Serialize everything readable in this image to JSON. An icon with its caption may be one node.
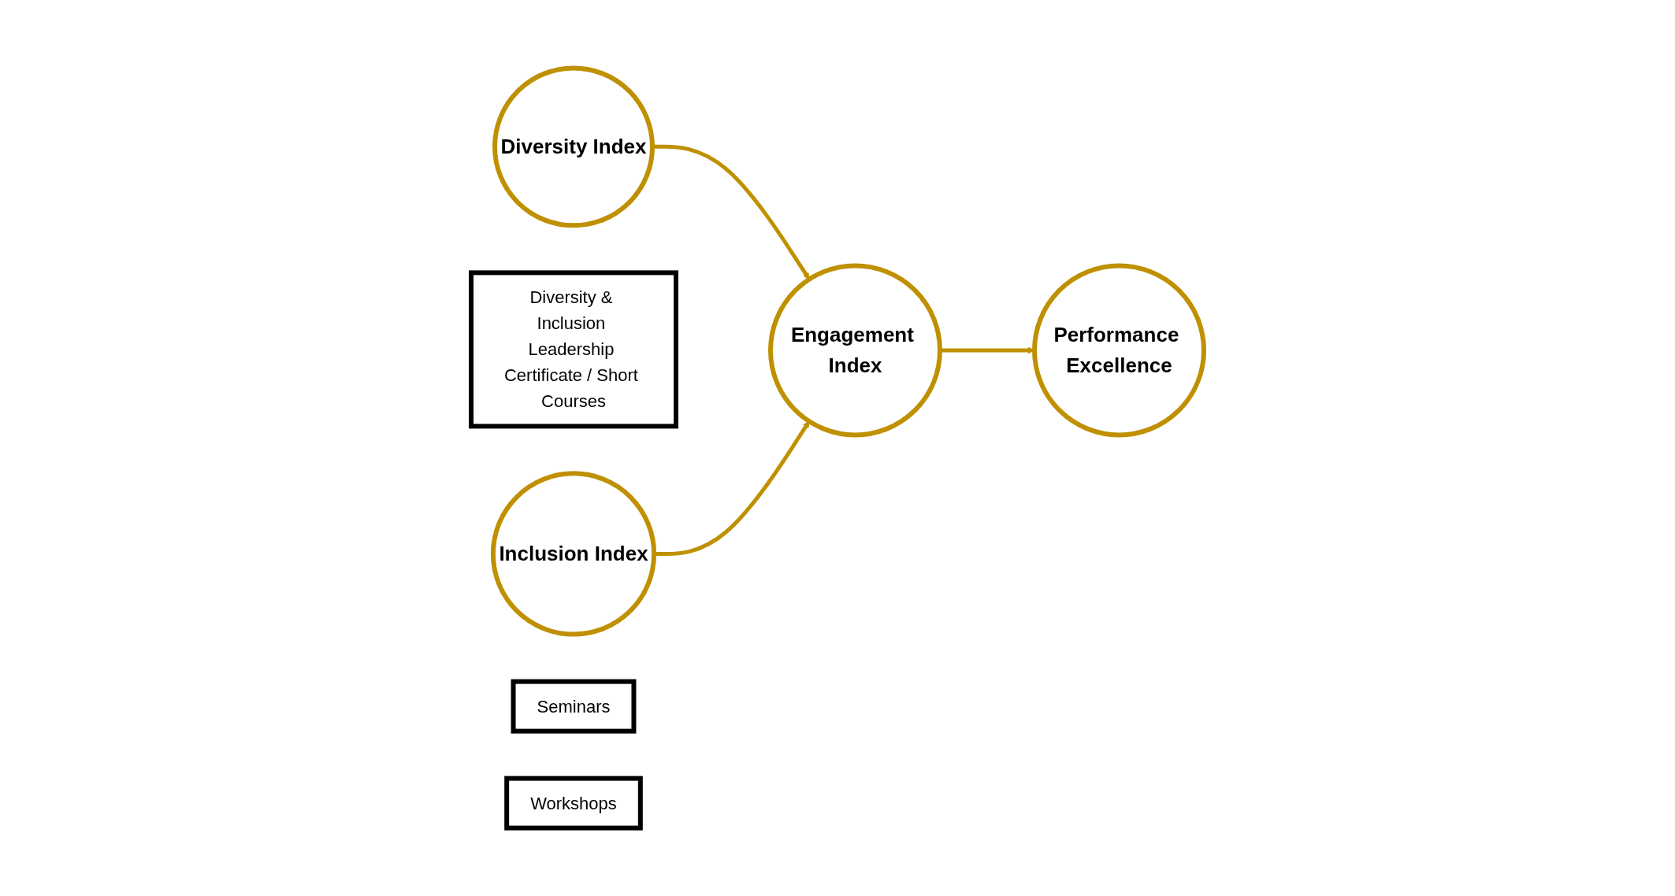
{
  "diagram": {
    "nodes": [
      {
        "text": [
          "Diversity Index"
        ]
      },
      {
        "text": [
          "Diversity & Inclusion Leadership Certificate / Short Courses"
        ]
      },
      {
        "text": [
          "Inclusion Index"
        ]
      },
      {
        "text": [
          "Engagement Index"
        ]
      },
      {
        "text": [
          "Performance Excellence"
        ]
      },
      {
        "text": [
          "Seminars"
        ]
      },
      {
        "text": [
          "Workshops"
        ]
      }
    ],
    "edges": [
      {
        "from": 0,
        "to": 3,
        "arrow": "to"
      },
      {
        "from": 2,
        "to": 3,
        "arrow": "to"
      },
      {
        "from": 3,
        "to": 4,
        "arrow": "to"
      }
    ]
  }
}
